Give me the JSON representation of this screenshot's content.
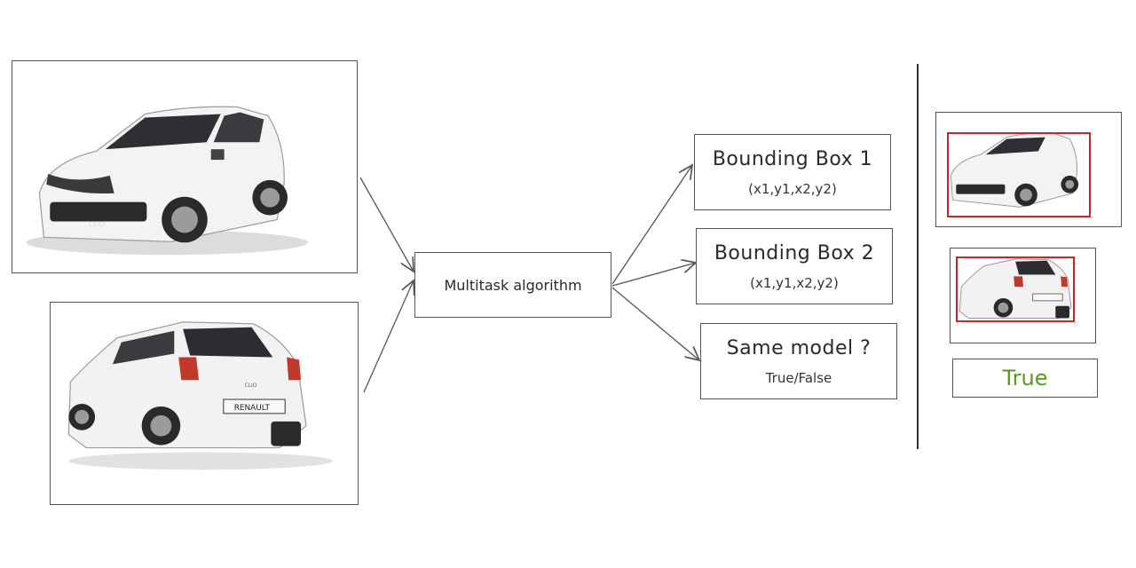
{
  "images": {
    "car_front_badge": "CLIO",
    "car_rear_badge": "CLIO",
    "car_rear_plate": "RENAULT"
  },
  "algorithm": {
    "label": "Multitask algorithm"
  },
  "outputs": {
    "bbox1": {
      "title": "Bounding Box 1",
      "coords": "(x1,y1,x2,y2)"
    },
    "bbox2": {
      "title": "Bounding Box 2",
      "coords": "(x1,y1,x2,y2)"
    },
    "same_model": {
      "title": "Same model ?",
      "answer": "True/False"
    }
  },
  "result": {
    "label": "True"
  },
  "colors": {
    "bbox": "#c62828",
    "true_text": "#5a9a1a",
    "stroke": "#555555"
  }
}
